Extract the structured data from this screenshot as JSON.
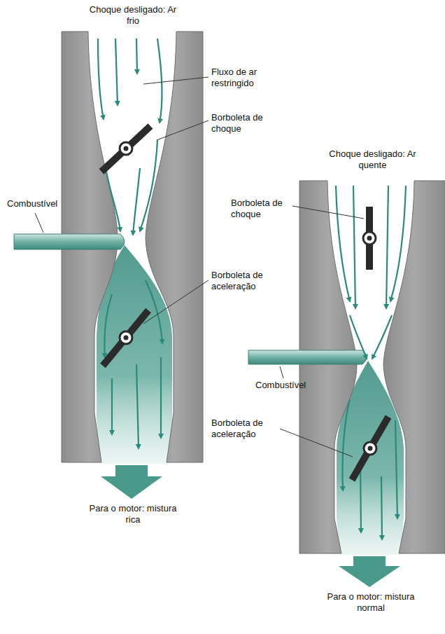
{
  "diagram": {
    "labels": [
      "Choque desligado: Ar frio",
      "Fluxo de ar restringido",
      "Borboleta de choque",
      "Combustível",
      "Borboleta de aceleração",
      "Para o motor: mistura rica",
      "Choque desligado: Ar quente",
      "Borboleta de choque",
      "Combustível",
      "Borboleta de aceleração",
      "Para o motor: mistura normal"
    ]
  }
}
